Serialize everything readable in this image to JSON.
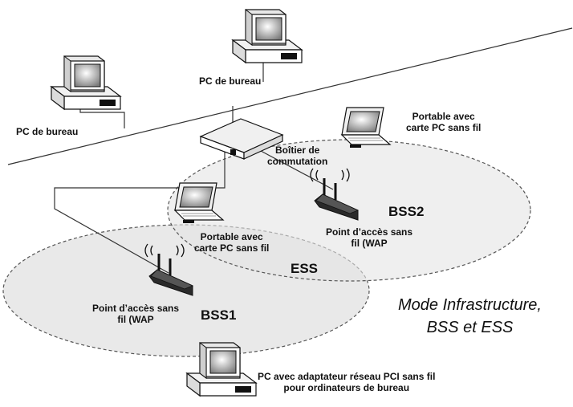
{
  "labels": {
    "pc_top": "PC de bureau",
    "pc_left": "PC de bureau",
    "laptop_right": [
      "Portable avec",
      "carte PC sans fil"
    ],
    "switch": [
      "Boîtier de",
      "commutation"
    ],
    "laptop_center": [
      "Portable avec",
      "carte PC sans fil"
    ],
    "ap_right": [
      "Point d’accès sans",
      "fil (WAP"
    ],
    "ap_left": [
      "Point d’accès sans",
      "fil (WAP"
    ],
    "pc_bottom": [
      "PC avec adaptateur réseau PCI sans fil",
      "pour ordinateurs de bureau"
    ]
  },
  "zones": {
    "bss1": "BSS1",
    "bss2": "BSS2",
    "ess": "ESS"
  },
  "title": [
    "Mode Infrastructure,",
    "BSS et ESS"
  ],
  "colors": {
    "zone_fill": "#e2e2e2",
    "zone_stroke": "#555555",
    "device_dark": "#2a2a2a"
  }
}
